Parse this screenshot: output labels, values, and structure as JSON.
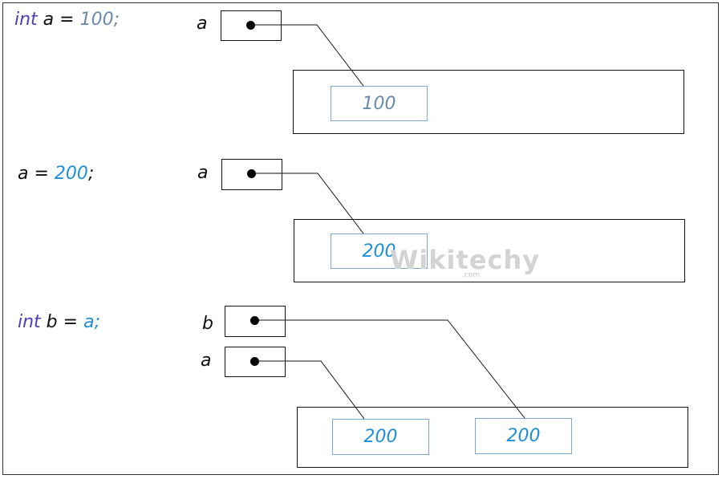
{
  "section1": {
    "code": {
      "keyword": "int",
      "rest": " a = ",
      "number": "100",
      "semi": ";"
    },
    "var_label": "a",
    "value": "100"
  },
  "section2": {
    "code": {
      "rest": "a = ",
      "number": "200",
      "semi": ";"
    },
    "var_label": "a",
    "value": "200"
  },
  "section3": {
    "code": {
      "keyword": "int",
      "rest": " b = ",
      "ident": "a",
      "semi": ";"
    },
    "var_label_b": "b",
    "var_label_a": "a",
    "value_left": "200",
    "value_right": "200"
  },
  "watermark": {
    "main": "Wikitechy",
    "sub": ".com"
  },
  "colors": {
    "keyword": "#4a3fb5",
    "number": "#1f8fd6",
    "number_gray": "#6a8aad",
    "box_border": "#7fa6cf"
  }
}
